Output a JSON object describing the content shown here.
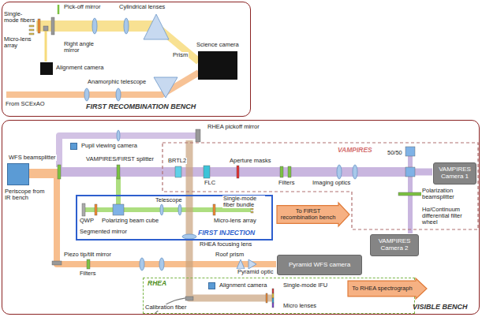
{
  "diagram": {
    "nodes": [
      {
        "text": [
          "FIRST RECOMBINATION BENCH"
        ]
      },
      {
        "text": [
          "Science camera"
        ],
        "in": 0
      },
      {
        "text": [
          "Alignment camera"
        ],
        "in": 0
      },
      {
        "text": [
          "VISIBLE BENCH"
        ]
      },
      {
        "text": [
          "Periscope from IR bench"
        ],
        "in": 3
      },
      {
        "text": [
          "Pupil viewing camera"
        ],
        "in": 3
      },
      {
        "text": [
          "VAMPIRES"
        ],
        "in": 3
      },
      {
        "text": [
          "VAMPIRES Camera 1"
        ],
        "in": 6
      },
      {
        "text": [
          "VAMPIRES Camera 2"
        ],
        "in": 3
      },
      {
        "text": [
          "FIRST INJECTION"
        ],
        "in": 3
      },
      {
        "text": [
          "To FIRST recombination bench"
        ],
        "in": 3
      },
      {
        "text": [
          "Pyramid WFS camera"
        ],
        "in": 3
      },
      {
        "text": [
          "RHEA"
        ],
        "in": 3
      },
      {
        "text": [
          "Alignment camera"
        ],
        "in": 12
      },
      {
        "text": [
          "To RHEA spectrograph"
        ],
        "in": 3
      }
    ],
    "labels": [
      "Pick-off mirror",
      "Cylindrical lenses",
      "Single-mode fibers",
      "Micro-lens array",
      "Right angle mirror",
      "Prism",
      "Anamorphic telescope",
      "From SCExAO",
      "RHEA pickoff mirror",
      "WFS beamsplitter",
      "VAMPIRES/FIRST splitter",
      "BRTL2",
      "Aperture masks",
      "50/50",
      "Polarization beamsplitter",
      "FLC",
      "Filters",
      "Imaging optics",
      "Hα/Continuum differential filter wheel",
      "Telescope",
      "Single-mode fiber bundle",
      "QWP",
      "Polarizing beam cube",
      "Micro-lens array",
      "Segmented mirror",
      "RHEA focusing lens",
      "Piezo tip/tilt mirror",
      "Roof prism",
      "Filters",
      "Pyramid optic",
      "Single-mode IFU",
      "Calibration fiber",
      "Micro lenses"
    ]
  }
}
